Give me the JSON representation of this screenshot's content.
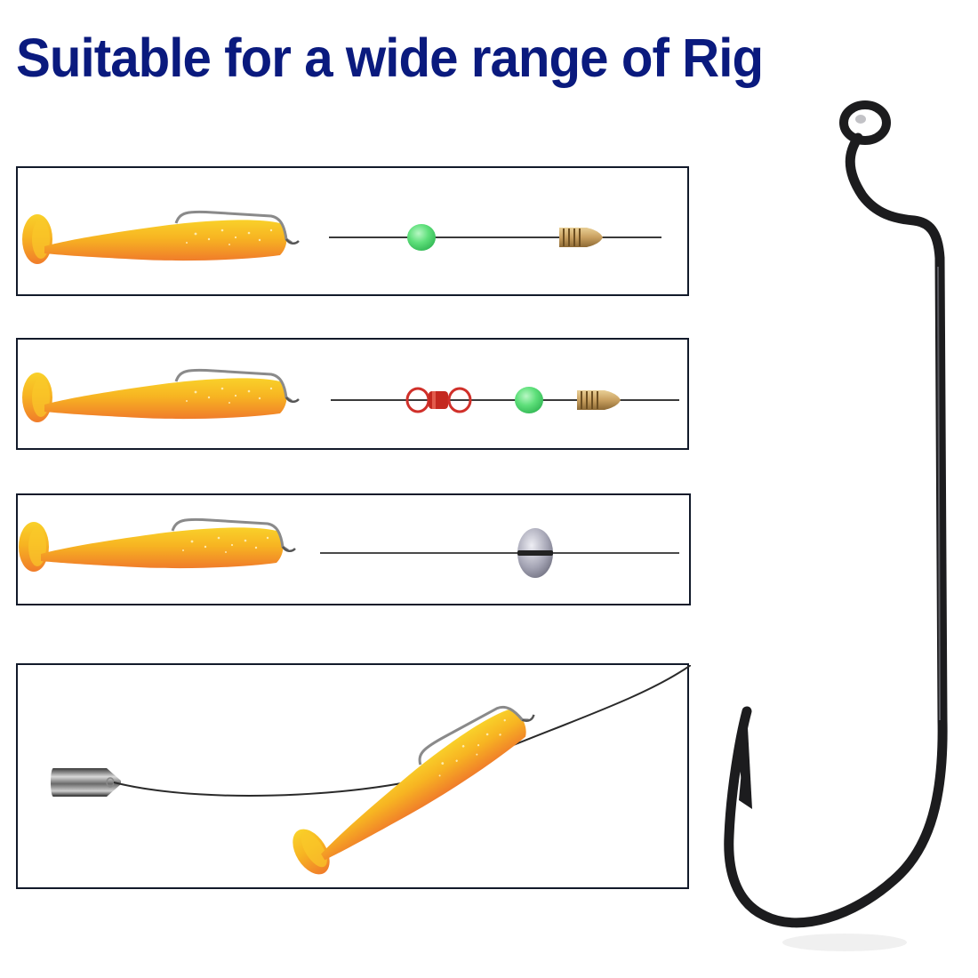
{
  "title": "Suitable for a wide range of Rig",
  "colors": {
    "title": "#0a1a7e",
    "panel_border": "#121a2a",
    "lure_yellow": "#f7c21c",
    "lure_orange": "#f28a2c",
    "bead_green": "#5ee07a",
    "sinker_brass": "#c9a060",
    "swivel_red": "#d0302a",
    "hook_black": "#1c1c1e",
    "lead_gray": "#9a9aa8",
    "line": "#3a3a3a"
  },
  "rigs": [
    {
      "name": "texas-rig",
      "components": [
        "soft-plastic-lure",
        "offset-hook",
        "line",
        "glow-bead",
        "bullet-sinker"
      ]
    },
    {
      "name": "carolina-rig",
      "components": [
        "soft-plastic-lure",
        "offset-hook",
        "line",
        "barrel-swivel",
        "glow-bead",
        "bullet-sinker"
      ]
    },
    {
      "name": "split-shot-rig",
      "components": [
        "soft-plastic-lure",
        "offset-hook",
        "line",
        "split-shot-weight"
      ]
    },
    {
      "name": "drop-shot-rig",
      "components": [
        "cylinder-sinker",
        "line",
        "soft-plastic-lure",
        "offset-hook"
      ]
    }
  ],
  "hero": {
    "name": "offset-worm-hook"
  }
}
